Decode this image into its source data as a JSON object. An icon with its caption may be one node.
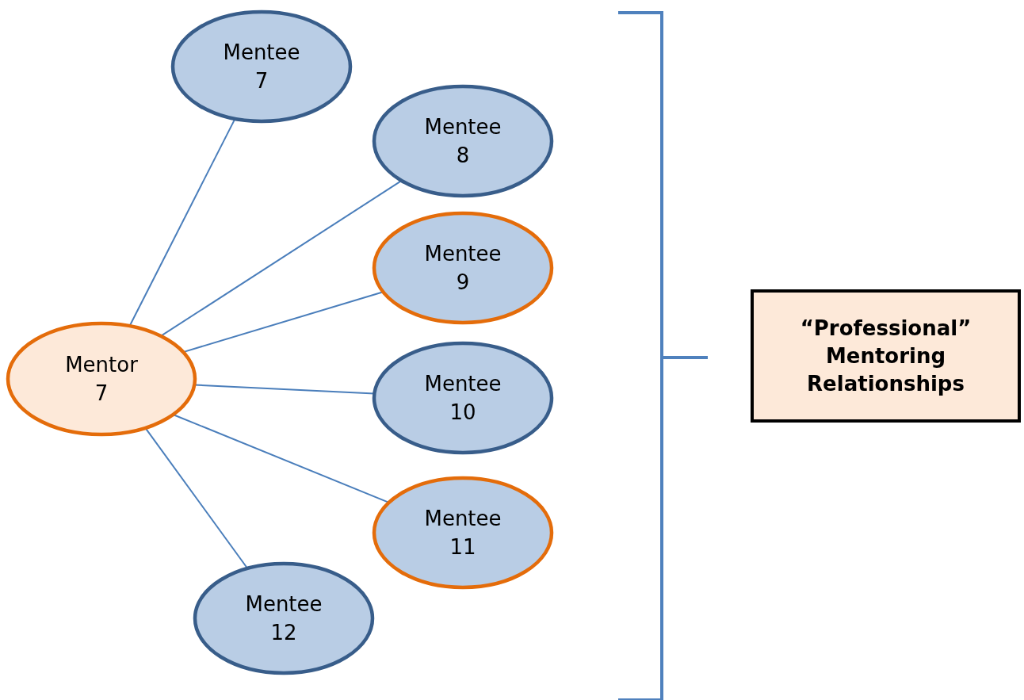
{
  "diagram": {
    "nodes": [
      {
        "text": [
          "Mentor 7"
        ]
      },
      {
        "text": [
          "Mentee 7"
        ]
      },
      {
        "text": [
          "Mentee 8"
        ]
      },
      {
        "text": [
          "Mentee 9"
        ]
      },
      {
        "text": [
          "Mentee 10"
        ]
      },
      {
        "text": [
          "Mentee 11"
        ]
      },
      {
        "text": [
          "Mentee 12"
        ]
      },
      {
        "text": [
          "“Professional” Mentoring Relationships"
        ]
      }
    ],
    "edges": [
      {
        "from": 0,
        "to": 1,
        "arrow": "none"
      },
      {
        "from": 0,
        "to": 2,
        "arrow": "none"
      },
      {
        "from": 0,
        "to": 3,
        "arrow": "none"
      },
      {
        "from": 0,
        "to": 4,
        "arrow": "none"
      },
      {
        "from": 0,
        "to": 5,
        "arrow": "none"
      },
      {
        "from": 0,
        "to": 6,
        "arrow": "none"
      }
    ]
  }
}
